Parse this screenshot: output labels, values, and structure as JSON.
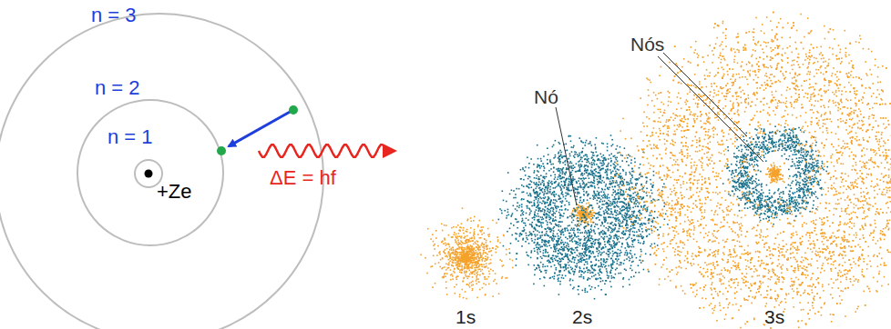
{
  "diagram": {
    "labels": [
      "n = 3",
      "n = 2",
      "n = 1",
      "+Ze",
      "ΔE = hf",
      "Nó",
      "Nós",
      "1s",
      "2s",
      "3s"
    ]
  }
}
